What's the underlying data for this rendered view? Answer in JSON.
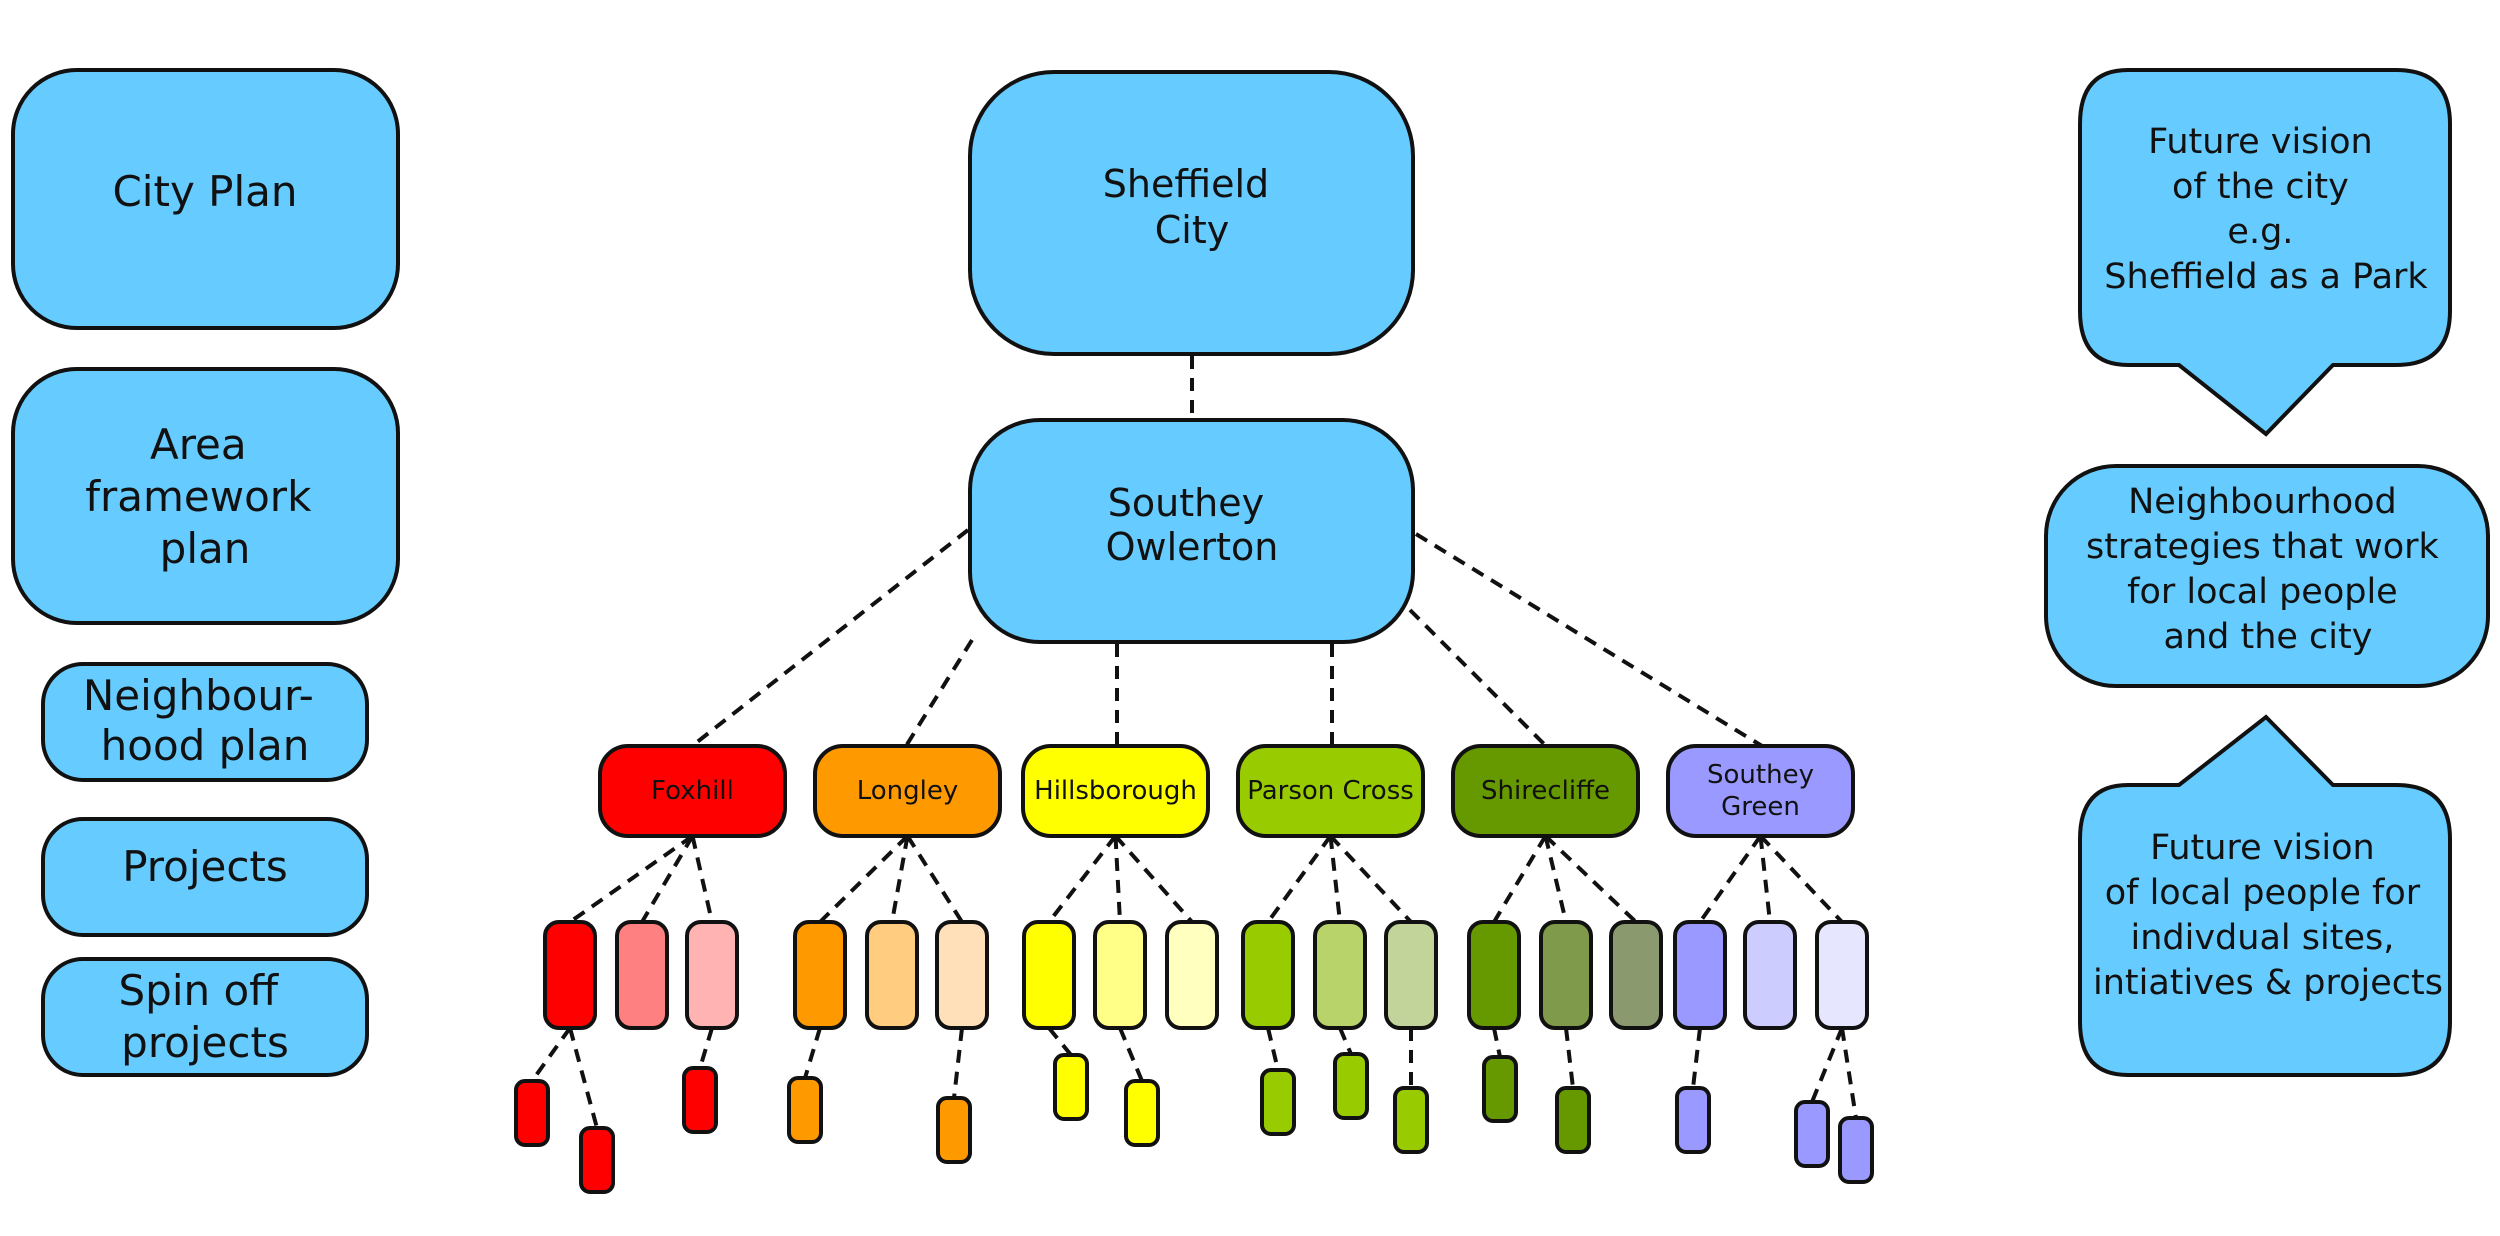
{
  "left_levels": [
    {
      "id": "city-plan",
      "lines": [
        "City Plan"
      ]
    },
    {
      "id": "area-framework-plan",
      "lines": [
        "Area",
        "framework",
        "plan"
      ]
    },
    {
      "id": "neighbourhood-plan",
      "lines": [
        "Neighbour-",
        "hood plan"
      ]
    },
    {
      "id": "projects",
      "lines": [
        "Projects"
      ]
    },
    {
      "id": "spin-off-projects",
      "lines": [
        "Spin off",
        "projects"
      ]
    }
  ],
  "center": {
    "city": {
      "lines": [
        "Sheffield",
        "City"
      ]
    },
    "area": {
      "lines": [
        "Southey",
        "Owlerton"
      ]
    },
    "neighbourhoods": [
      {
        "id": "foxhill",
        "lines": [
          "Foxhill"
        ],
        "color": "#ff0000",
        "sub_colors": [
          "#ff0000",
          "#ff8080",
          "#ffb3b3"
        ]
      },
      {
        "id": "longley",
        "lines": [
          "Longley"
        ],
        "color": "#ff9900",
        "sub_colors": [
          "#ff9900",
          "#ffcc80",
          "#ffe0b8"
        ]
      },
      {
        "id": "hillsborough",
        "lines": [
          "Hillsborough"
        ],
        "color": "#ffff00",
        "sub_colors": [
          "#ffff00",
          "#ffff88",
          "#ffffc0"
        ]
      },
      {
        "id": "parson-cross",
        "lines": [
          "Parson Cross"
        ],
        "color": "#99cc00",
        "sub_colors": [
          "#99cc00",
          "#b8d36a",
          "#c2d49a"
        ]
      },
      {
        "id": "shirecliffe",
        "lines": [
          "Shirecliffe"
        ],
        "color": "#669900",
        "sub_colors": [
          "#669900",
          "#7f9a4a",
          "#8a9a6e"
        ]
      },
      {
        "id": "southey-green",
        "lines": [
          "Southey",
          "Green"
        ],
        "color": "#9999ff",
        "sub_colors": [
          "#9999ff",
          "#ccccff",
          "#e6e6ff"
        ]
      }
    ]
  },
  "right_notes": [
    {
      "id": "future-vision-city",
      "lines": [
        "Future vision",
        "of the city",
        "e.g.",
        "Sheffield as a Park"
      ]
    },
    {
      "id": "neighbourhood-strategies",
      "lines": [
        "Neighbourhood",
        "strategies that work",
        "for local people",
        "and the city"
      ]
    },
    {
      "id": "future-vision-local",
      "lines": [
        "Future vision",
        "of local people for",
        "indivdual sites,",
        "intiatives & projects"
      ]
    }
  ],
  "colors": {
    "box_fill": "#66ccff",
    "stroke": "#111111"
  }
}
